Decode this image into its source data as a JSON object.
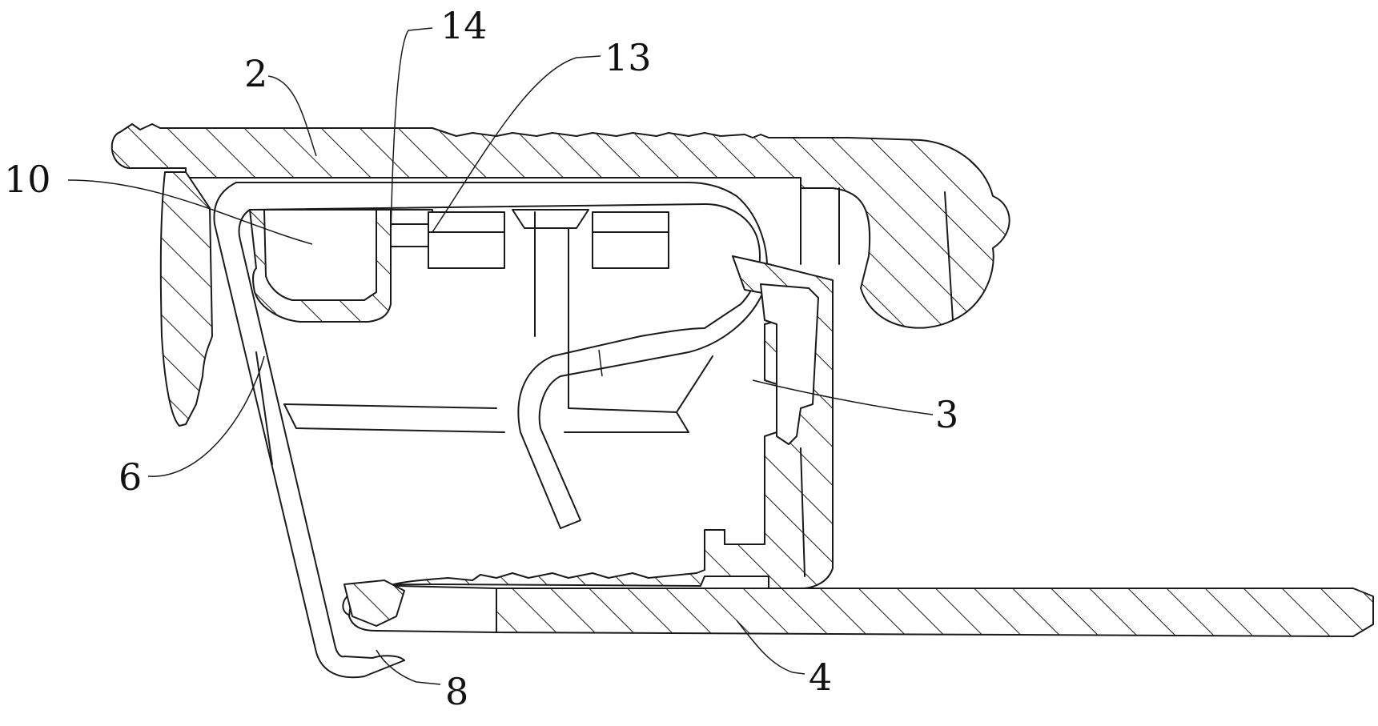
{
  "labels": {
    "l2": "2",
    "l3": "3",
    "l4": "4",
    "l6": "6",
    "l8": "8",
    "l10": "10",
    "l13": "13",
    "l14": "14"
  },
  "colors": {
    "ink": "#1a1a1a",
    "paper": "#ffffff"
  }
}
